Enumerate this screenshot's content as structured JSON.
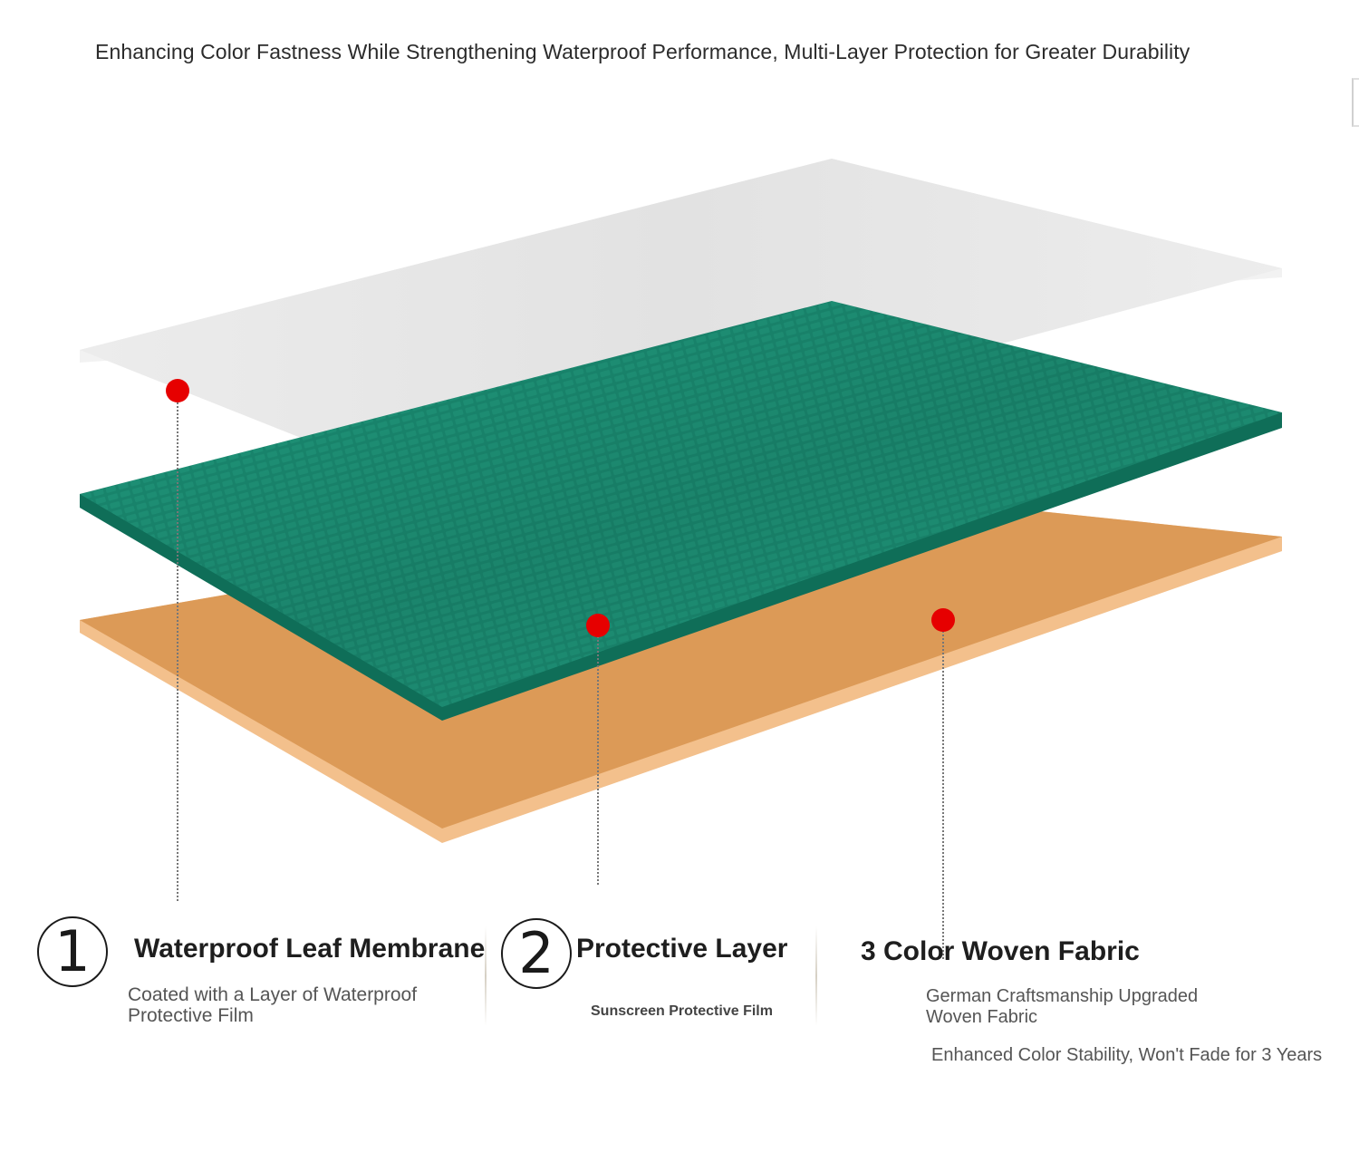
{
  "headline": "Enhancing Color Fastness While Strengthening Waterproof Performance, Multi-Layer Protection for Greater Durability",
  "colors": {
    "top_layer": "#e8e8e8",
    "middle_layer": "#1a8c72",
    "bottom_layer": "#dc9a57",
    "marker": "#e60000"
  },
  "legend": [
    {
      "number": "1",
      "title": "Waterproof Leaf Membrane",
      "description": "Coated with a Layer of Waterproof Protective Film"
    },
    {
      "number": "2",
      "title": "Protective Layer",
      "description": "Sunscreen Protective Film"
    },
    {
      "title": "3 Color Woven Fabric",
      "description": "German Craftsmanship Upgraded Woven Fabric",
      "extra": "Enhanced Color Stability, Won't Fade for 3 Years"
    }
  ]
}
